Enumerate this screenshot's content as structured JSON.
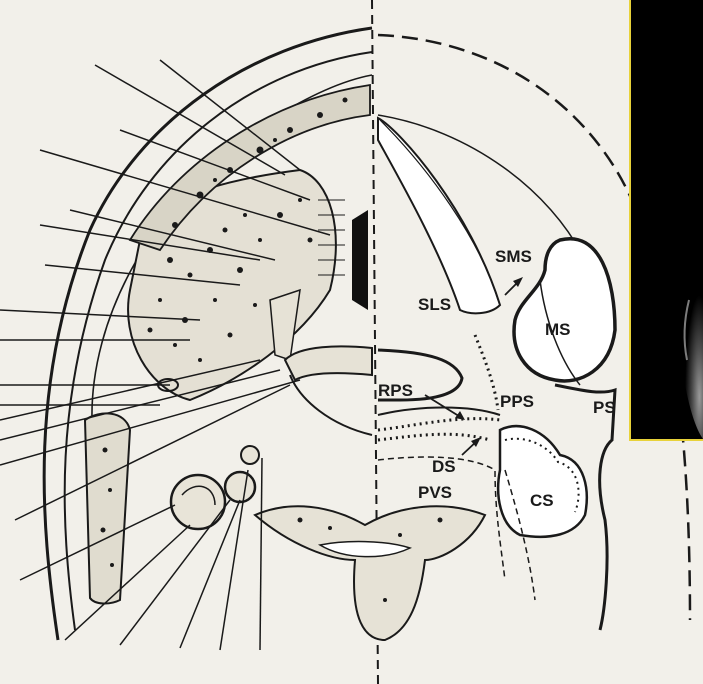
{
  "figure": {
    "labels": {
      "sls": "SLS",
      "sms": "SMS",
      "ms": "MS",
      "rps": "RPS",
      "pps": "PPS",
      "ps": "PS",
      "ds": "DS",
      "pvs": "PVS",
      "cs": "CS"
    },
    "colors": {
      "paper": "#f2f0ea",
      "ink": "#1a1a1a",
      "inset_border": "#e8d23a",
      "inset_bg": "#000000"
    }
  }
}
